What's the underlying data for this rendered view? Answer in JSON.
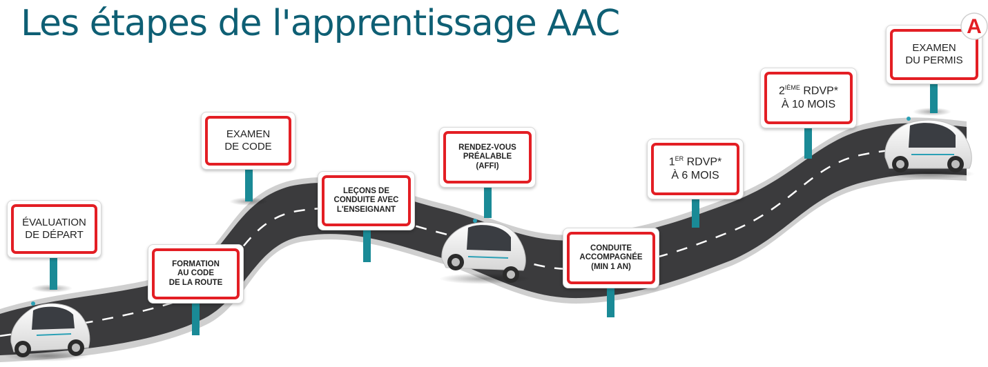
{
  "title": "Les étapes de l'apprentissage AAC",
  "badge_letter": "A",
  "steps": [
    {
      "lines": [
        "ÉVALUATION",
        "DE DÉPART"
      ]
    },
    {
      "lines": [
        "FORMATION",
        "AU CODE",
        "DE LA ROUTE"
      ]
    },
    {
      "lines": [
        "EXAMEN",
        "DE CODE"
      ]
    },
    {
      "lines": [
        "LEÇONS DE",
        "CONDUITE AVEC",
        "L'ENSEIGNANT"
      ]
    },
    {
      "lines": [
        "RENDEZ-VOUS",
        "PRÉALABLE",
        "(AFFI)"
      ]
    },
    {
      "lines": [
        "CONDUITE",
        "ACCOMPAGNÉE",
        "(MIN 1 AN)"
      ]
    },
    {
      "line1_main": "1",
      "line1_sup": "ER",
      "line1_rest": " RDVP*",
      "line2": "À 6 MOIS"
    },
    {
      "line1_main": "2",
      "line1_sup": "IÈME",
      "line1_rest": " RDVP*",
      "line2": "À 10 MOIS"
    },
    {
      "lines": [
        "EXAMEN",
        "DU PERMIS"
      ]
    }
  ],
  "colors": {
    "title": "#0e5f74",
    "sign_border": "#e31e24",
    "post": "#1a8a96",
    "road": "#3b3b3d",
    "car_body": "#f2f2f2",
    "car_accent": "#2aa0b5"
  }
}
